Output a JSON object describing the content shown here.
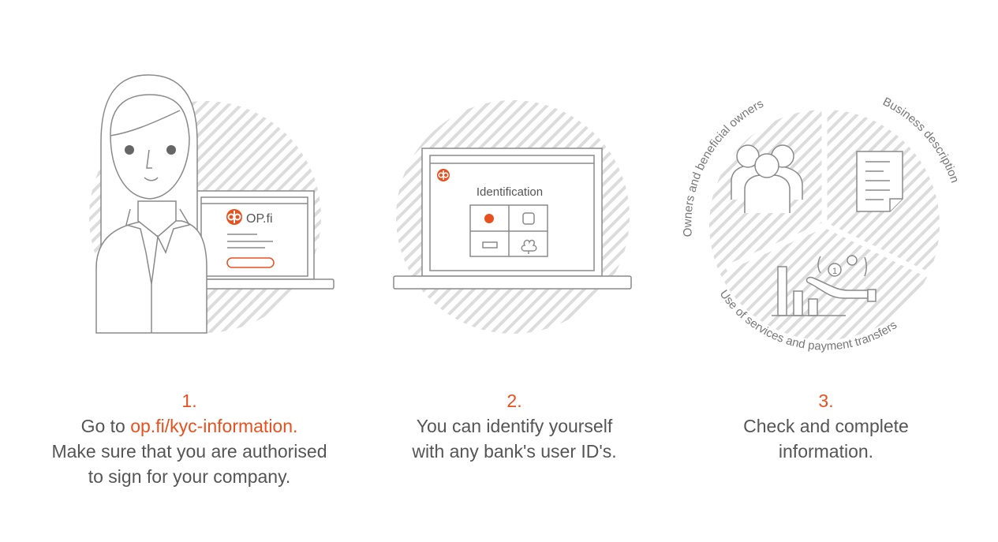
{
  "colors": {
    "accent": "#e8501e",
    "text": "#555555",
    "hatch": "#dcdcdc",
    "line": "#8a8a8a"
  },
  "illustration1": {
    "logo_text": "OP.fi"
  },
  "illustration2": {
    "screen_title": "Identification"
  },
  "illustration3": {
    "coin_label": "1",
    "segments": [
      "Owners and beneficial owners",
      "Business description",
      "Use of services and payment transfers"
    ]
  },
  "steps": [
    {
      "number": "1.",
      "prefix": "Go to ",
      "link": "op.fi/kyc-information.",
      "lines": [
        "Make sure that you are authorised",
        "to sign for your company."
      ]
    },
    {
      "number": "2.",
      "lines": [
        "You can identify yourself",
        "with any bank's user ID's."
      ]
    },
    {
      "number": "3.",
      "lines": [
        "Check and complete",
        "information."
      ]
    }
  ]
}
